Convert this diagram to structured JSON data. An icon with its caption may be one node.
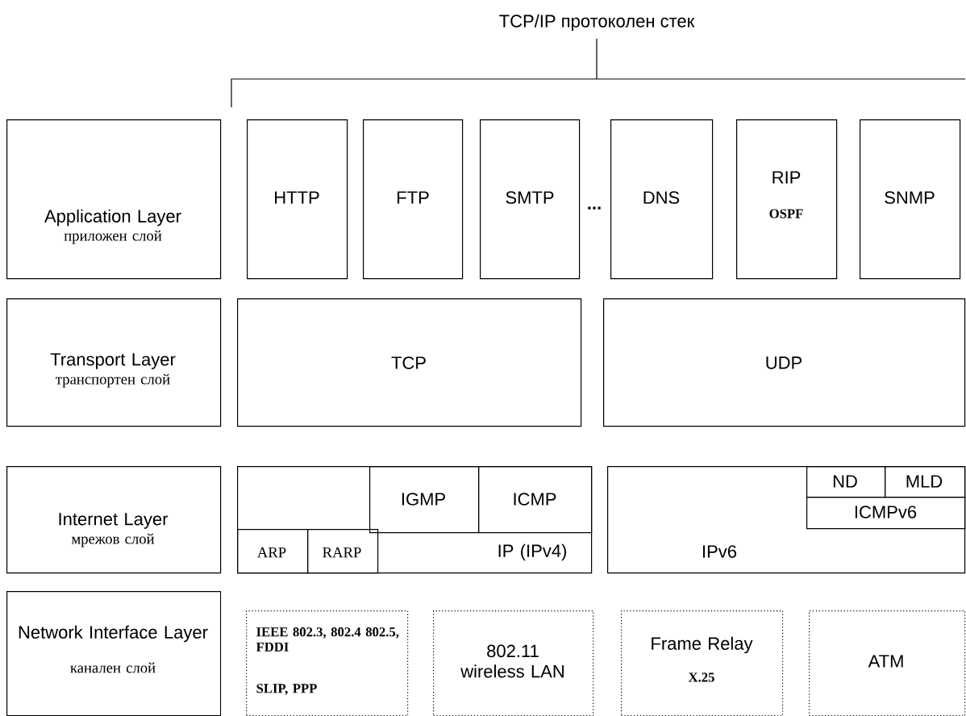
{
  "diagram": {
    "title": "TCP/IP протоколен стек",
    "nodes": [
      {
        "text": [
          "Application Layer",
          "приложен слой"
        ]
      },
      {
        "text": [
          "HTTP"
        ]
      },
      {
        "text": [
          "FTP"
        ]
      },
      {
        "text": [
          "SMTP"
        ]
      },
      {
        "text": [
          "DNS"
        ]
      },
      {
        "text": [
          "RIP",
          "OSPF"
        ]
      },
      {
        "text": [
          "SNMP"
        ]
      },
      {
        "text": [
          "Transport Layer",
          "транспортен слой"
        ]
      },
      {
        "text": [
          "TCP"
        ]
      },
      {
        "text": [
          "UDP"
        ]
      },
      {
        "text": [
          "Internet Layer",
          "мрежов слой"
        ]
      },
      {
        "text": [
          "IP (IPv4)"
        ]
      },
      {
        "text": [
          "IGMP"
        ],
        "in": 11
      },
      {
        "text": [
          "ICMP"
        ],
        "in": 11
      },
      {
        "text": [
          "ARP"
        ],
        "in": 11
      },
      {
        "text": [
          "RARP"
        ],
        "in": 11
      },
      {
        "text": [
          "IPv6"
        ]
      },
      {
        "text": [
          "ND"
        ],
        "in": 16
      },
      {
        "text": [
          "MLD"
        ],
        "in": 16
      },
      {
        "text": [
          "ICMPv6"
        ],
        "in": 16
      },
      {
        "text": [
          "Network Interface Layer",
          "канален слой"
        ]
      },
      {
        "text": [
          "IEEE 802.3, 802.4 802.5, FDDI",
          "SLIP, PPP"
        ]
      },
      {
        "text": [
          "802.11 wireless LAN"
        ]
      },
      {
        "text": [
          "Frame Relay",
          "X.25"
        ]
      },
      {
        "text": [
          "ATM"
        ]
      }
    ],
    "labels": [
      "..."
    ]
  }
}
